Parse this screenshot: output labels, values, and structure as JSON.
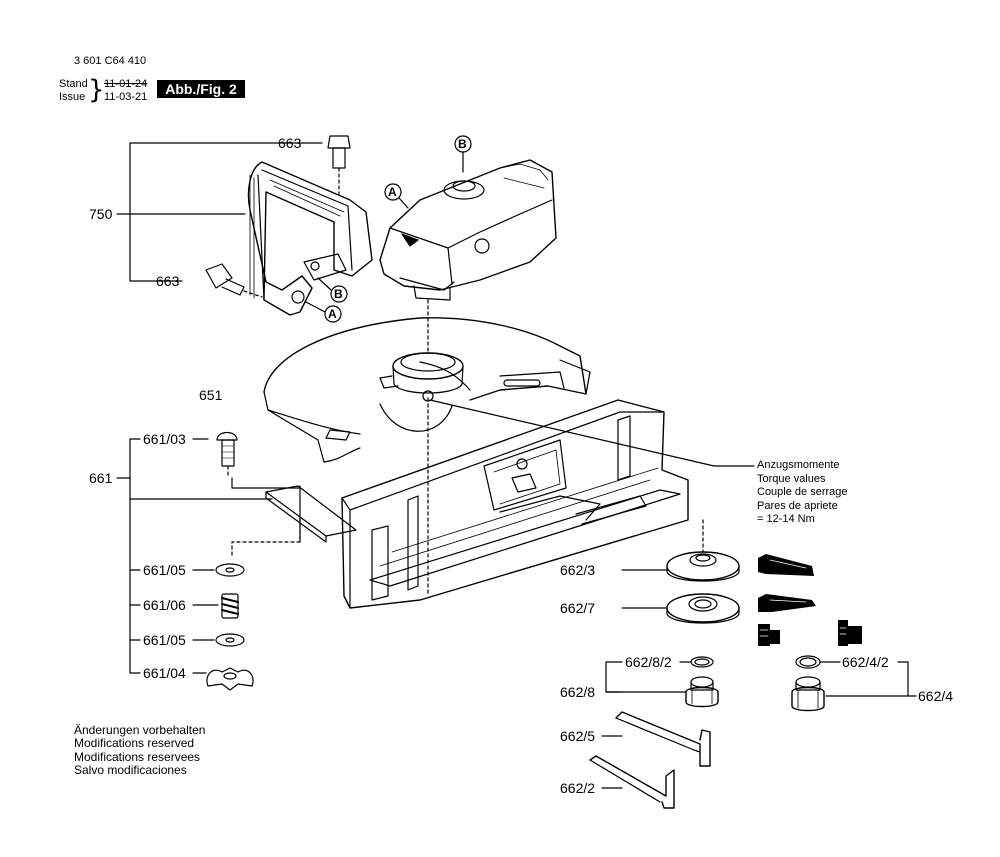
{
  "header": {
    "drawing_number": "3 601 C64 410",
    "stand_label": "Stand",
    "stand_date_old": "11-01-24",
    "issue_label": "Issue",
    "issue_date": "11-03-21",
    "figure_badge": "Abb./Fig. 2"
  },
  "callouts": {
    "c663_top": "663",
    "c750": "750",
    "c663_bottom": "663",
    "c651": "651",
    "c661_03": "661/03",
    "c661": "661",
    "c661_05_a": "661/05",
    "c661_06": "661/06",
    "c661_05_b": "661/05",
    "c661_04": "661/04",
    "c662_3": "662/3",
    "c662_7": "662/7",
    "c662_8_2": "662/8/2",
    "c662_8": "662/8",
    "c662_5": "662/5",
    "c662_2": "662/2",
    "c662_4_2": "662/4/2",
    "c662_4": "662/4",
    "marker_a_1": "A",
    "marker_a_2": "A",
    "marker_b_1": "B",
    "marker_b_2": "B"
  },
  "torque_note": {
    "line1": "Anzugsmomente",
    "line2": "Torque values",
    "line3": "Couple de serrage",
    "line4": "Pares de apriete",
    "line5": "= 12-14 Nm"
  },
  "footer_notes": {
    "de": "Änderungen vorbehalten",
    "en": "Modifications reserved",
    "fr": "Modifications reservees",
    "es": "Salvo modificaciones"
  },
  "colors": {
    "ink": "#000000",
    "paper": "#ffffff",
    "shade": "#555555"
  }
}
